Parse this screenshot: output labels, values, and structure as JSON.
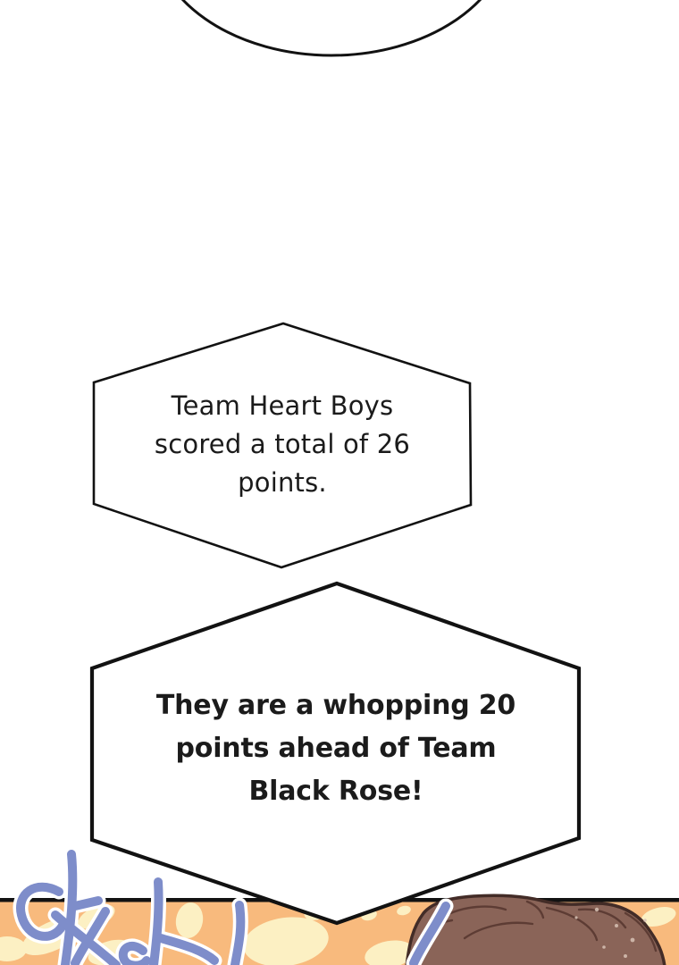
{
  "comic": {
    "top_bubble": {
      "description": "partial speech bubble (bottom arc only)"
    },
    "bubble1": {
      "lines": {
        "0": "Team Heart Boys",
        "1": "scored a total of 26",
        "2": "points."
      }
    },
    "bubble2": {
      "lines": {
        "0": "They are a whopping 20",
        "1": "points ahead of Team",
        "2": "Black Rose!"
      }
    },
    "sfx": {
      "text": "와아!"
    }
  },
  "colors": {
    "ink": "#121212",
    "bubble_fill": "#ffffff",
    "panel_orange": "#F8BA7D",
    "blob_yellow": "#FCF0C3",
    "sfx_blue": "#7E8DCA",
    "sfx_casing": "#ffffff",
    "hair_fill": "#8A6458",
    "hair_outline": "#432C27",
    "hair_strand": "#5D3C34",
    "hair_speckle": "#D8C2B5"
  }
}
